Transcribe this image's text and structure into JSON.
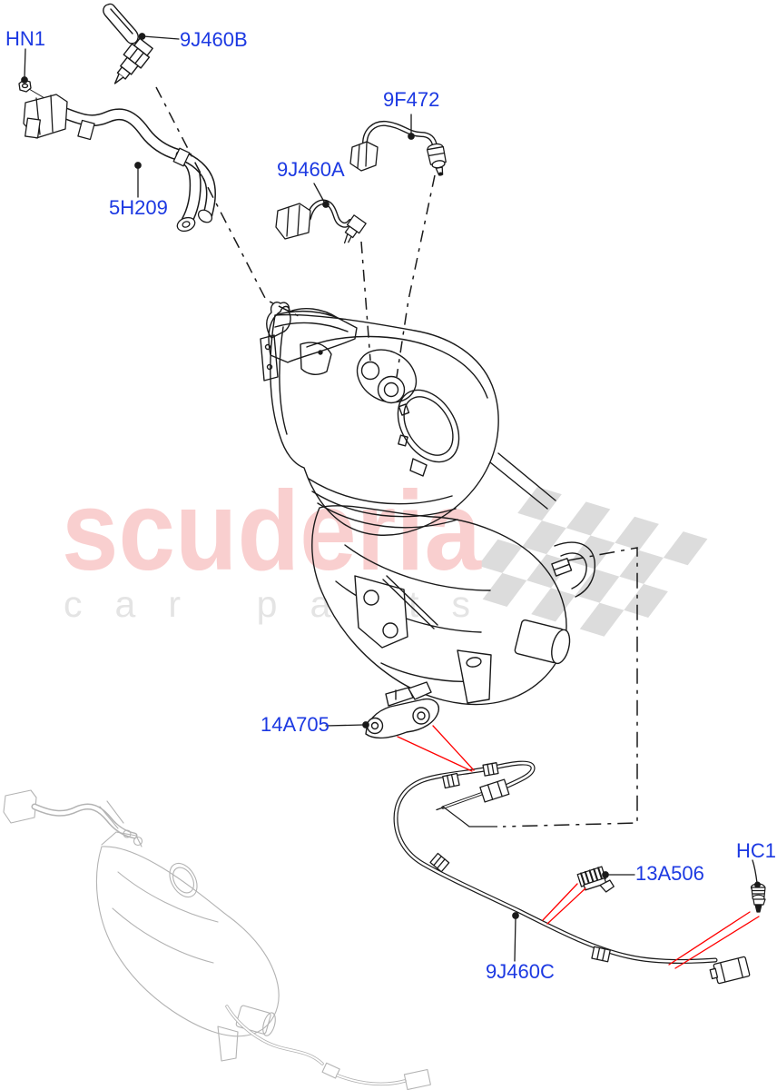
{
  "callouts": [
    {
      "id": "hn1",
      "text": "HN1"
    },
    {
      "id": "9j460b",
      "text": "9J460B"
    },
    {
      "id": "9f472",
      "text": "9F472"
    },
    {
      "id": "9j460a",
      "text": "9J460A"
    },
    {
      "id": "5h209",
      "text": "5H209"
    },
    {
      "id": "14a705",
      "text": "14A705"
    },
    {
      "id": "13a506",
      "text": "13A506"
    },
    {
      "id": "hc1",
      "text": "HC1"
    },
    {
      "id": "9j460c",
      "text": "9J460C"
    }
  ],
  "watermark": {
    "brand": "scuderia",
    "tagline": "car parts",
    "brand_color": "#f9cfcf",
    "tagline_color": "#e4e4e4",
    "flag_color": "#dcdcdc"
  },
  "style": {
    "background": "#ffffff",
    "callout_color": "#1c39e2",
    "line_color": "#1a1a1a",
    "arrow_color": "#ff0000",
    "ghost_color": "#b3b3b3"
  }
}
